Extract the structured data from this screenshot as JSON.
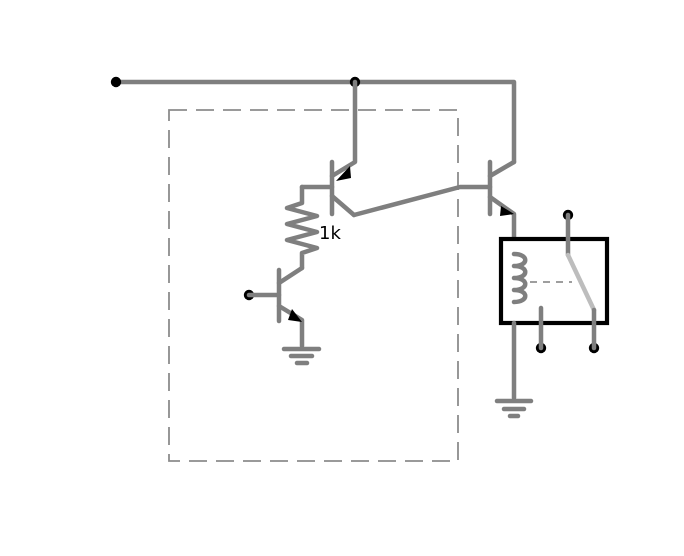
{
  "diagram": {
    "type": "circuit-schematic",
    "components": [
      {
        "kind": "npn-transistor",
        "role": "input-transistor"
      },
      {
        "kind": "resistor",
        "label": "1k"
      },
      {
        "kind": "pnp-transistor",
        "role": "driver-transistor"
      },
      {
        "kind": "npn-transistor",
        "role": "output-transistor"
      },
      {
        "kind": "relay",
        "role": "relay"
      },
      {
        "kind": "ground",
        "count": 2
      }
    ],
    "labels": {
      "resistor": "1k"
    }
  },
  "colors": {
    "wire": "#7f7f7f",
    "boundary": "#8c8c8c",
    "relay_frame": "#000000",
    "switch_blade": "#bdbdbd",
    "terminal": "#000000",
    "text": "#000000"
  },
  "icons": {
    "ground": "ground-icon",
    "terminal": "terminal-dot-icon",
    "relay": "relay-icon"
  }
}
